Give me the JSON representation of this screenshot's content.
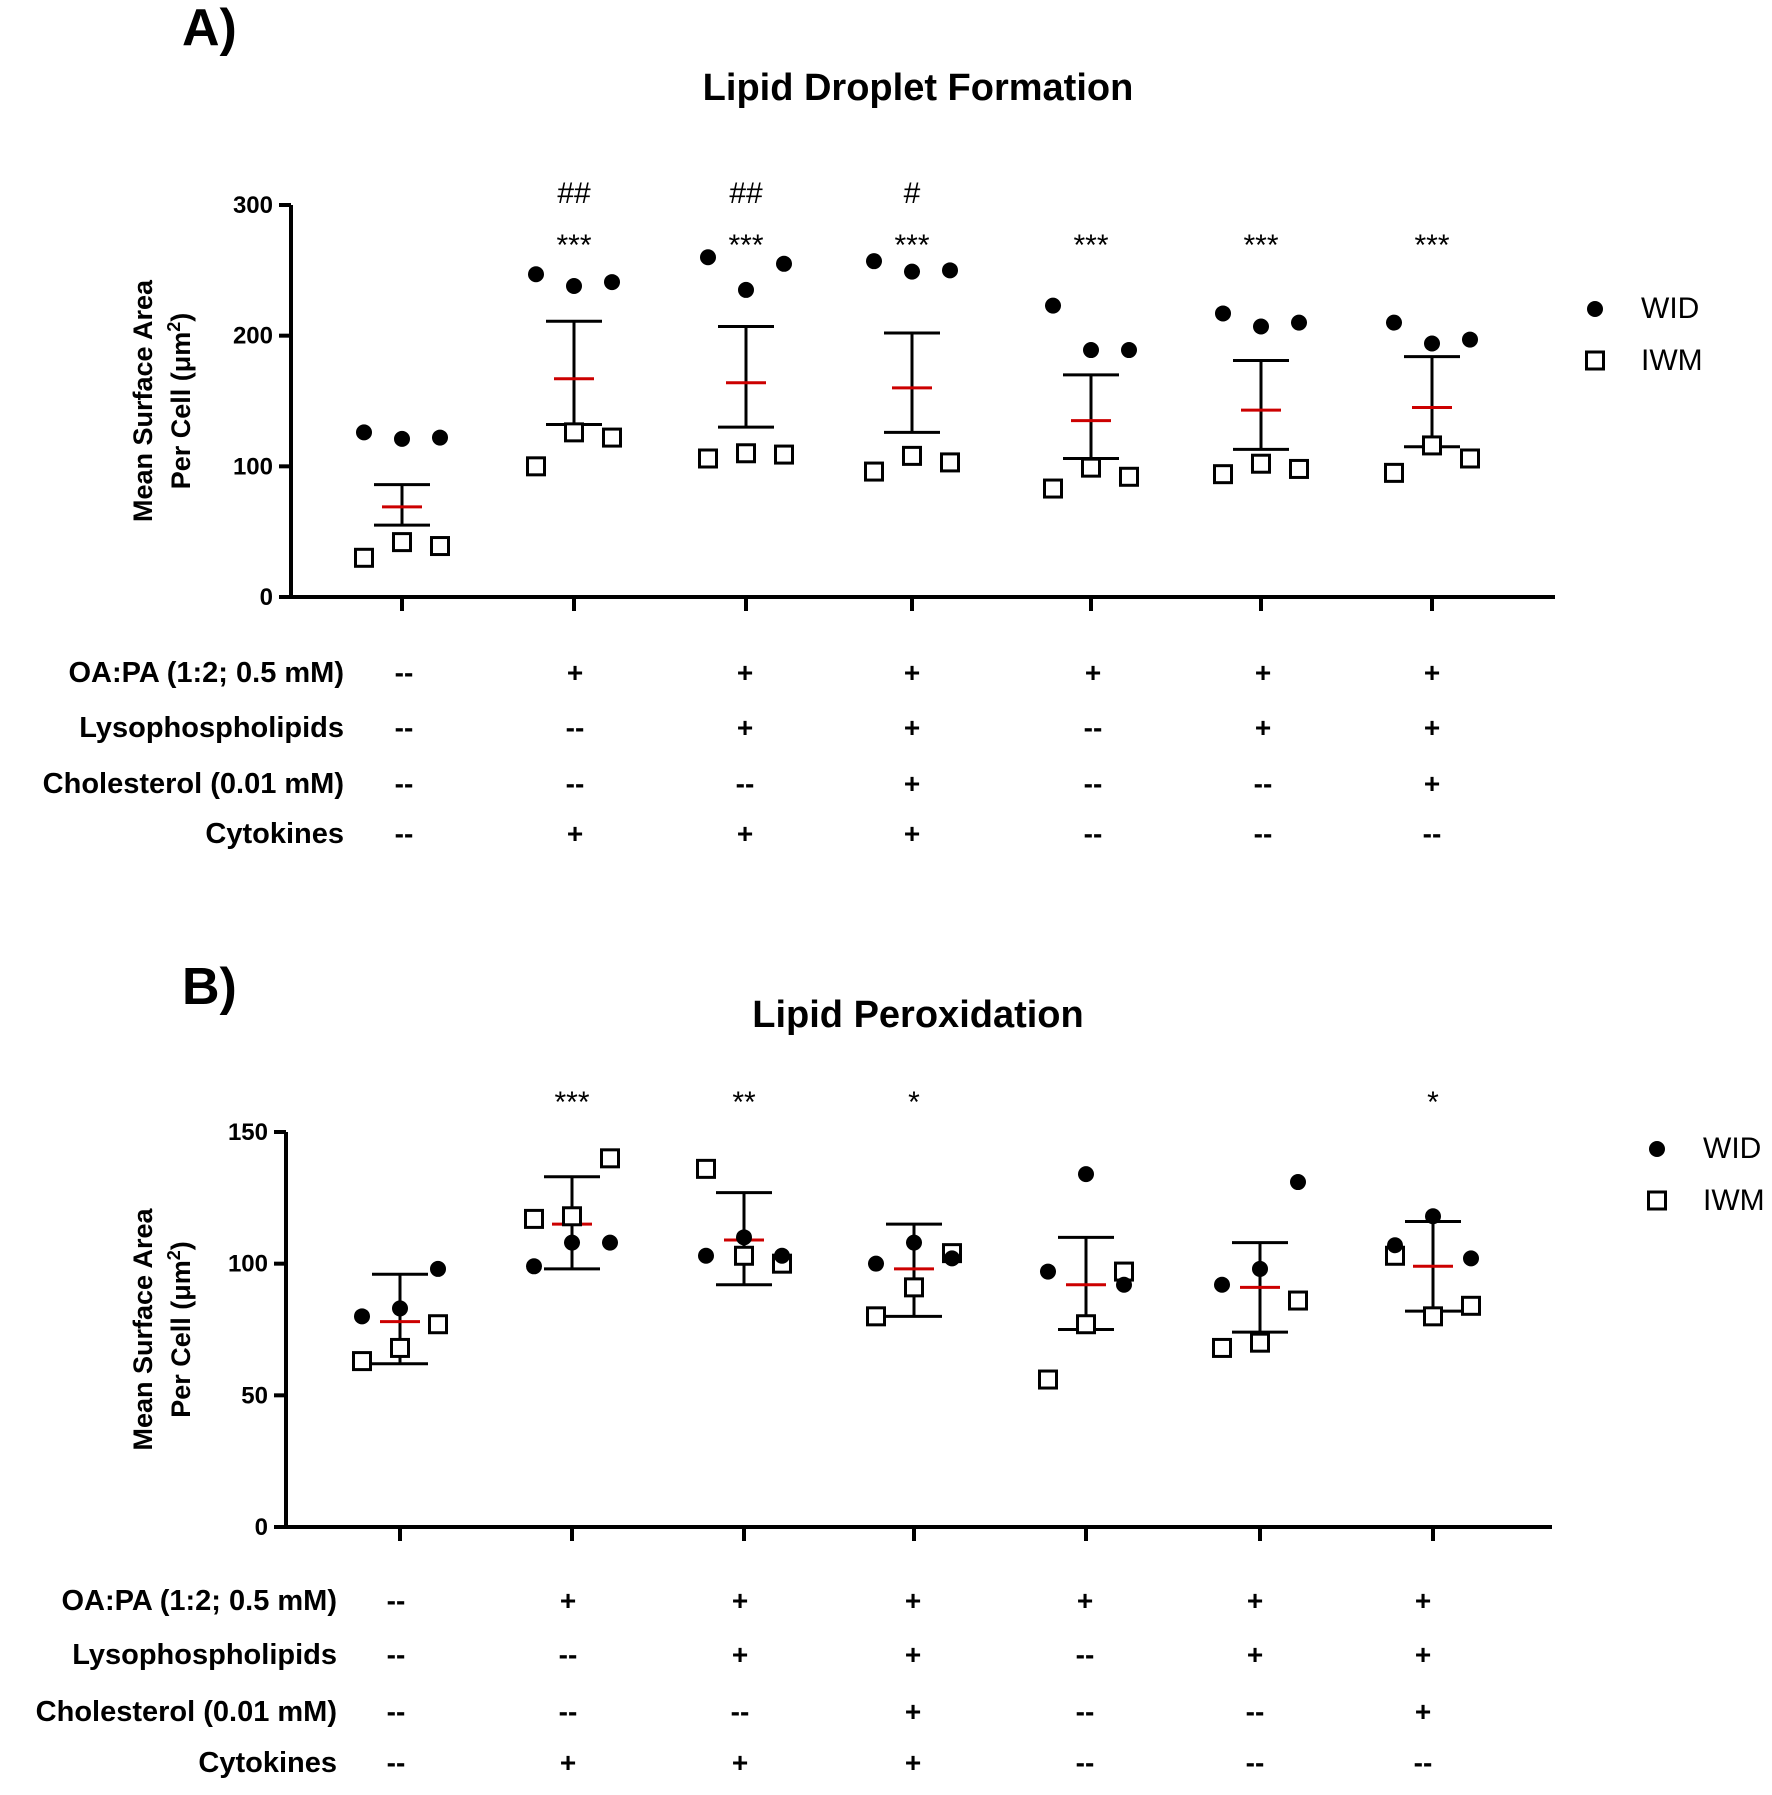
{
  "chart_data": [
    {
      "panel_label": "A)",
      "type": "scatter",
      "title": "Lipid Droplet Formation",
      "ylabel_lines": [
        "Mean Surface Area",
        "Per Cell (μm"
      ],
      "ylabel_sup": "2",
      "ylabel_close": ")",
      "ylim": [
        0,
        300
      ],
      "yticks": [
        0,
        100,
        200,
        300
      ],
      "legend_position": "right",
      "series": [
        {
          "name": "WID",
          "marker": "filled-circle"
        },
        {
          "name": "IWM",
          "marker": "open-square"
        }
      ],
      "groups": [
        {
          "wid": [
            126,
            121,
            122
          ],
          "iwm": [
            30,
            42,
            39
          ],
          "mean": 69,
          "err_low": 55,
          "err_high": 86,
          "stars": "",
          "hash": ""
        },
        {
          "wid": [
            247,
            238,
            241
          ],
          "iwm": [
            100,
            126,
            122
          ],
          "mean": 167,
          "err_low": 132,
          "err_high": 211,
          "stars": "***",
          "hash": "##"
        },
        {
          "wid": [
            260,
            235,
            255
          ],
          "iwm": [
            106,
            110,
            109
          ],
          "mean": 164,
          "err_low": 130,
          "err_high": 207,
          "stars": "***",
          "hash": "##"
        },
        {
          "wid": [
            257,
            249,
            250
          ],
          "iwm": [
            96,
            108,
            103
          ],
          "mean": 160,
          "err_low": 126,
          "err_high": 202,
          "stars": "***",
          "hash": "#"
        },
        {
          "wid": [
            223,
            189,
            189
          ],
          "iwm": [
            83,
            99,
            92
          ],
          "mean": 135,
          "err_low": 106,
          "err_high": 170,
          "stars": "***",
          "hash": ""
        },
        {
          "wid": [
            217,
            207,
            210
          ],
          "iwm": [
            94,
            102,
            98
          ],
          "mean": 143,
          "err_low": 113,
          "err_high": 181,
          "stars": "***",
          "hash": ""
        },
        {
          "wid": [
            210,
            194,
            197
          ],
          "iwm": [
            95,
            116,
            106
          ],
          "mean": 145,
          "err_low": 115,
          "err_high": 184,
          "stars": "***",
          "hash": ""
        }
      ],
      "conditions": {
        "row_labels": [
          "OA:PA (1:2; 0.5 mM)",
          "Lysophospholipids",
          "Cholesterol (0.01 mM)",
          "Cytokines"
        ],
        "values": [
          [
            "--",
            "+",
            "+",
            "+",
            "+",
            "+",
            "+"
          ],
          [
            "--",
            "--",
            "+",
            "+",
            "--",
            "+",
            "+"
          ],
          [
            "--",
            "--",
            "--",
            "+",
            "--",
            "--",
            "+"
          ],
          [
            "--",
            "+",
            "+",
            "+",
            "--",
            "--",
            "--"
          ]
        ]
      }
    },
    {
      "panel_label": "B)",
      "type": "scatter",
      "title": "Lipid Peroxidation",
      "ylabel_lines": [
        "Mean Surface Area",
        "Per Cell (μm"
      ],
      "ylabel_sup": "2",
      "ylabel_close": ")",
      "ylim": [
        0,
        150
      ],
      "yticks": [
        0,
        50,
        100,
        150
      ],
      "legend_position": "right",
      "series": [
        {
          "name": "WID",
          "marker": "filled-circle"
        },
        {
          "name": "IWM",
          "marker": "open-square"
        }
      ],
      "groups": [
        {
          "wid": [
            80,
            83,
            98
          ],
          "iwm": [
            63,
            68,
            77
          ],
          "mean": 78,
          "err_low": 62,
          "err_high": 96,
          "stars": "",
          "hash": ""
        },
        {
          "wid": [
            99,
            108,
            108
          ],
          "iwm": [
            117,
            118,
            140
          ],
          "mean": 115,
          "err_low": 98,
          "err_high": 133,
          "stars": "***",
          "hash": ""
        },
        {
          "wid": [
            103,
            110,
            103
          ],
          "iwm": [
            136,
            103,
            100
          ],
          "mean": 109,
          "err_low": 92,
          "err_high": 127,
          "stars": "**",
          "hash": ""
        },
        {
          "wid": [
            100,
            108,
            102
          ],
          "iwm": [
            80,
            91,
            104
          ],
          "mean": 98,
          "err_low": 80,
          "err_high": 115,
          "stars": "*",
          "hash": ""
        },
        {
          "wid": [
            97,
            134,
            92
          ],
          "iwm": [
            56,
            77,
            97
          ],
          "mean": 92,
          "err_low": 75,
          "err_high": 110,
          "stars": "",
          "hash": ""
        },
        {
          "wid": [
            92,
            98,
            131
          ],
          "iwm": [
            68,
            70,
            86
          ],
          "mean": 91,
          "err_low": 74,
          "err_high": 108,
          "stars": "",
          "hash": ""
        },
        {
          "wid": [
            107,
            118,
            102
          ],
          "iwm": [
            103,
            80,
            84
          ],
          "mean": 99,
          "err_low": 82,
          "err_high": 116,
          "stars": "*",
          "hash": ""
        }
      ],
      "conditions": {
        "row_labels": [
          "OA:PA (1:2; 0.5 mM)",
          "Lysophospholipids",
          "Cholesterol (0.01 mM)",
          "Cytokines"
        ],
        "values": [
          [
            "--",
            "+",
            "+",
            "+",
            "+",
            "+",
            "+"
          ],
          [
            "--",
            "--",
            "+",
            "+",
            "--",
            "+",
            "+"
          ],
          [
            "--",
            "--",
            "--",
            "+",
            "--",
            "--",
            "+"
          ],
          [
            "--",
            "+",
            "+",
            "+",
            "--",
            "--",
            "--"
          ]
        ]
      }
    }
  ]
}
